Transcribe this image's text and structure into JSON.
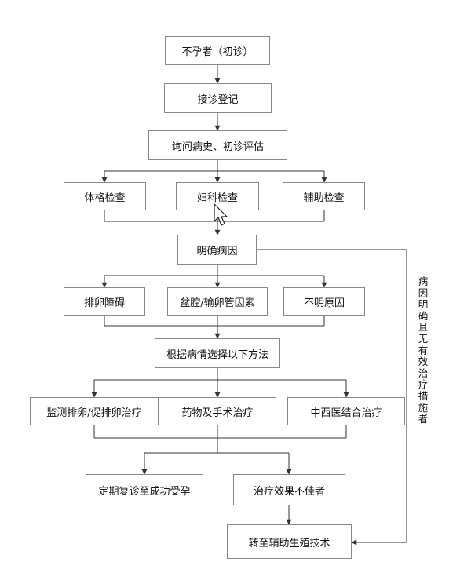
{
  "nodes": {
    "first_visit": "不孕者（初诊）",
    "registration": "接诊登记",
    "history": "询问病史、初诊评估",
    "physical_exam": "体格检查",
    "gyn_exam": "妇科检查",
    "aux_exam": "辅助检查",
    "diagnosis": "明确病因",
    "ovulation_disorder": "排卵障碍",
    "pelvic_tubal": "盆腔/输卵管因素",
    "unknown_cause": "不明原因",
    "choose_method": "根据病情选择以下方法",
    "monitor_ovulation": "监测排卵/促排卵治疗",
    "drug_surgery": "药物及手术治疗",
    "tcm_western": "中西医结合治疗",
    "regular_followup": "定期复诊至成功受孕",
    "poor_result": "治疗效果不佳者",
    "art_referral": "转至辅助生殖技术"
  },
  "side_label": "病因明确且无有效治疗措施者",
  "colors": {
    "line": "#333333",
    "border": "#888888",
    "text": "#111111"
  },
  "icons": {
    "cursor": "mouse-pointer-icon"
  }
}
